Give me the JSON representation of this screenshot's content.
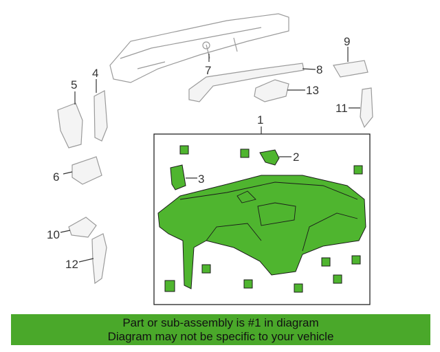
{
  "diagram": {
    "callouts": [
      "1",
      "2",
      "3",
      "4",
      "5",
      "6",
      "7",
      "8",
      "9",
      "10",
      "11",
      "12",
      "13"
    ],
    "highlight_color": "#4fb52f"
  },
  "banner": {
    "line1": "Part or sub-assembly is #1 in diagram",
    "line2": "Diagram may not be specific to your vehicle",
    "color": "#4aa82a"
  }
}
